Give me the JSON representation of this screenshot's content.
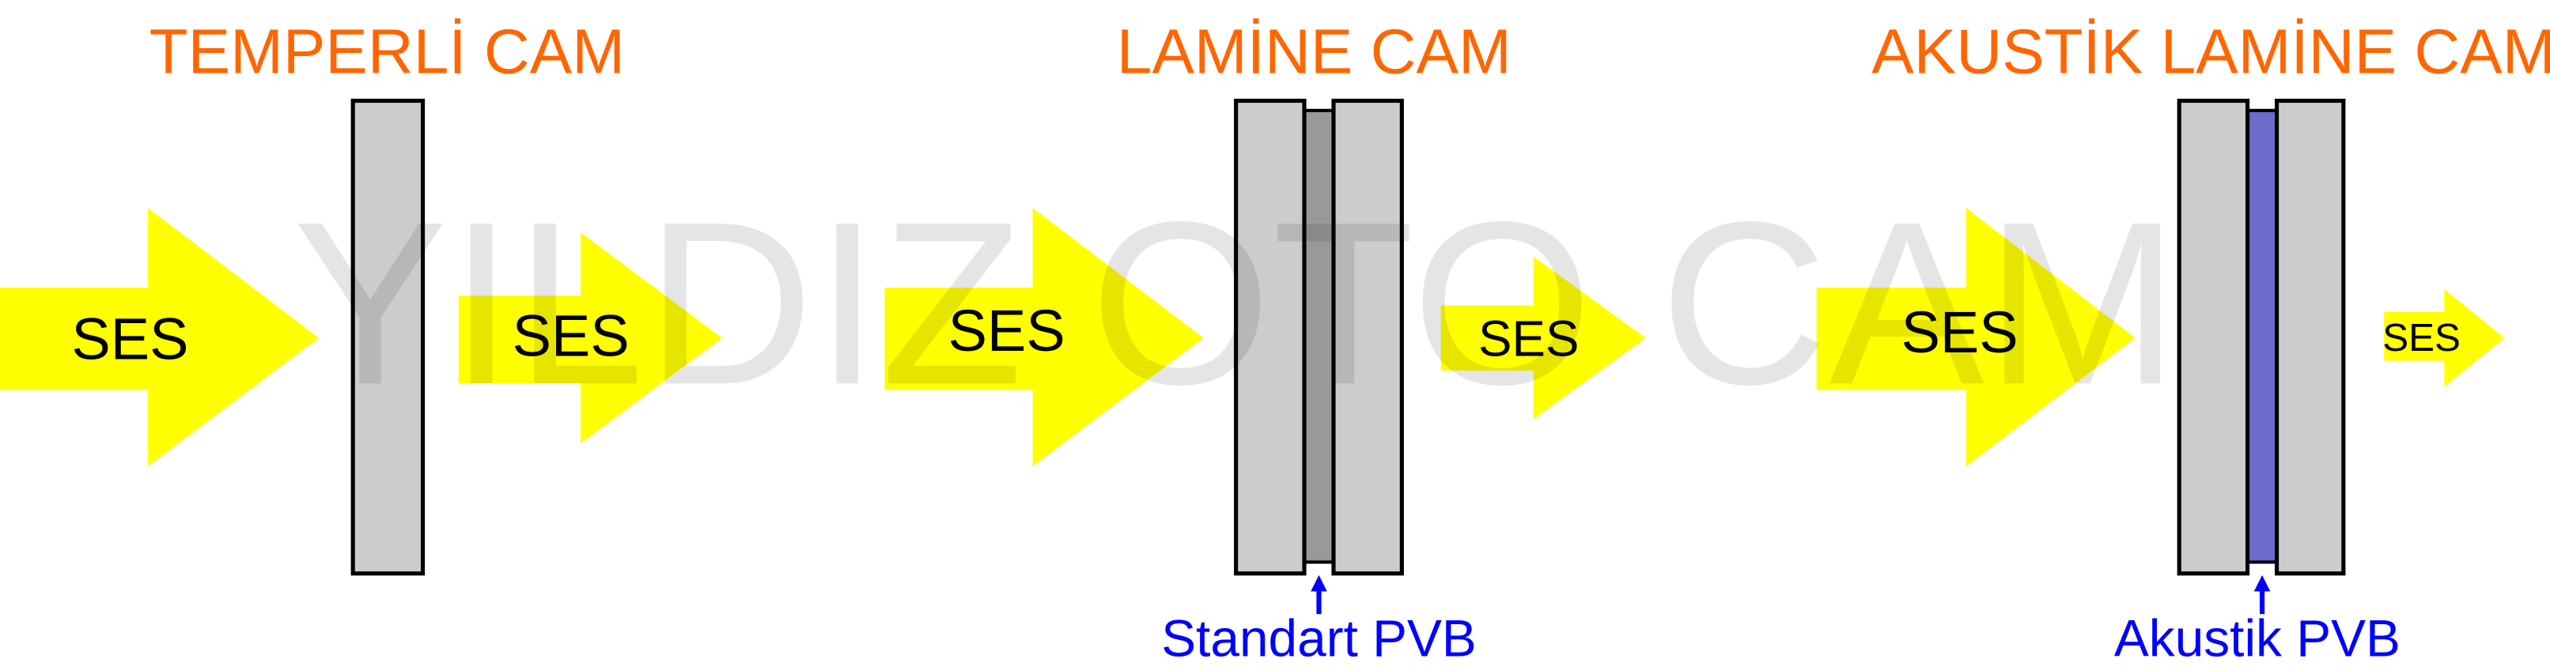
{
  "titles": {
    "tempered": "TEMPERLİ CAM",
    "laminated": "LAMİNE CAM",
    "acoustic": "AKUSTİK LAMİNE CAM"
  },
  "arrows": {
    "label": "SES"
  },
  "labels": {
    "standard_pvb": "Standart PVB",
    "acoustic_pvb": "Akustik PVB"
  },
  "watermark": "YILDIZ OTO CAM",
  "colors": {
    "title": "#ff6600",
    "arrow": "#ffff00",
    "glass": "#cccccc",
    "standard_pvb": "#999999",
    "acoustic_pvb": "#6b6bcc",
    "label": "#0000ff"
  }
}
